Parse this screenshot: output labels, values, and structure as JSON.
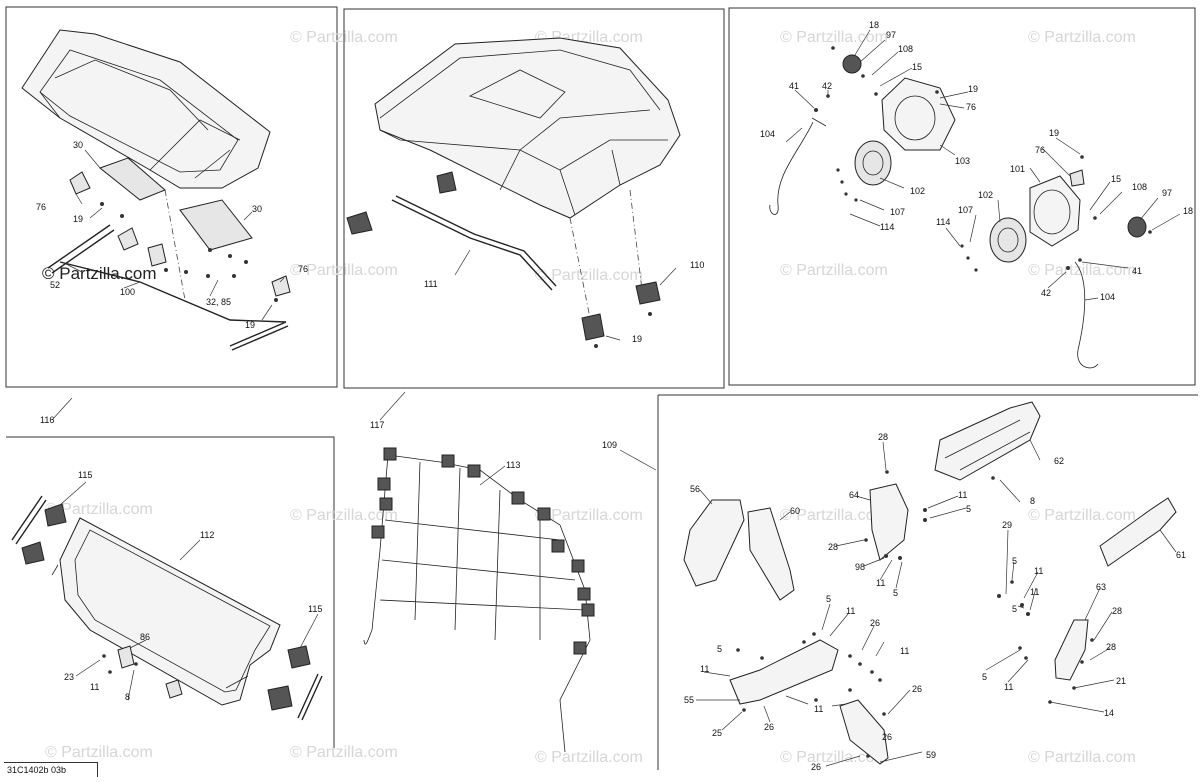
{
  "watermark": "© Partzilla.com",
  "diagram_code": "31C1402b 03b",
  "panels": {
    "A": {
      "labels": [
        "30",
        "76",
        "19",
        "30",
        "52",
        "100",
        "32, 85",
        "76",
        "19",
        "116"
      ]
    },
    "B": {
      "labels": [
        "111",
        "110",
        "19",
        "117"
      ]
    },
    "C": {
      "labels": [
        "18",
        "97",
        "108",
        "15",
        "41",
        "42",
        "19",
        "76",
        "104",
        "103",
        "102",
        "107",
        "114",
        "19",
        "76",
        "101",
        "15",
        "108",
        "97",
        "18",
        "102",
        "107",
        "114",
        "41",
        "42",
        "104"
      ]
    },
    "D": {
      "labels": [
        "115",
        "112",
        "115",
        "86",
        "23",
        "11",
        "8"
      ]
    },
    "E": {
      "labels": [
        "113",
        "109"
      ]
    },
    "F": {
      "labels": [
        "28",
        "62",
        "56",
        "60",
        "64",
        "11",
        "5",
        "8",
        "28",
        "98",
        "11",
        "5",
        "29",
        "61",
        "5",
        "11",
        "5",
        "11",
        "26",
        "5",
        "11",
        "63",
        "28",
        "28",
        "5",
        "11",
        "11",
        "21",
        "55",
        "11",
        "26",
        "14",
        "25",
        "26",
        "11",
        "26",
        "59",
        "26"
      ]
    }
  }
}
